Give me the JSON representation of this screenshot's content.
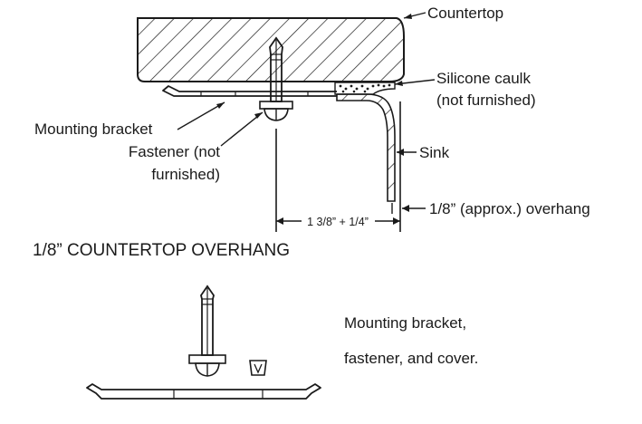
{
  "top_diagram": {
    "labels": {
      "countertop": "Countertop",
      "silicone_caulk_line1": "Silicone caulk",
      "silicone_caulk_line2": "(not furnished)",
      "mounting_bracket": "Mounting bracket",
      "fastener_line1": "Fastener (not",
      "fastener_line2": "furnished)",
      "sink": "Sink",
      "overhang": "1/8” (approx.) overhang",
      "dimension": "1 3/8” + 1/4”"
    },
    "title": "1/8” COUNTERTOP OVERHANG"
  },
  "bottom_diagram": {
    "caption_line1": "Mounting bracket,",
    "caption_line2": "fastener, and cover."
  },
  "colors": {
    "ink": "#1a1a1a",
    "background": "#ffffff"
  }
}
